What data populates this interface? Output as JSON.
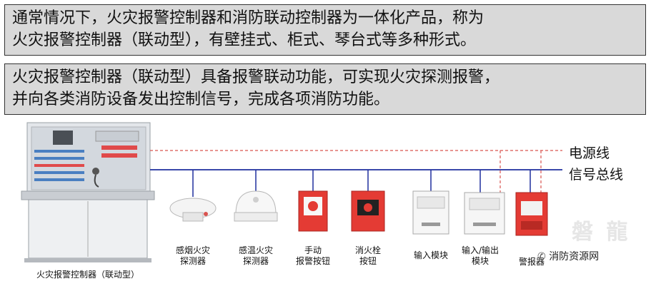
{
  "text_blocks": [
    {
      "lines": [
        "通常情况下，火灾报警控制器和消防联动控制器为一体化产品，称为",
        "火灾报警控制器（联动型），有壁挂式、柜式、琴台式等多种形式。"
      ]
    },
    {
      "lines": [
        "火灾报警控制器（联动型）具备报警联动功能，可实现火灾探测报警，",
        "并向各类消防设备发出控制信号，完成各项消防功能。"
      ]
    }
  ],
  "lines": {
    "power": {
      "label": "电源线",
      "color": "#d9534f"
    },
    "signal": {
      "label": "信号总线",
      "color": "#1f2f9e"
    }
  },
  "controller": {
    "label": "火灾报警控制器（联动型）"
  },
  "devices": [
    {
      "id": "smoke",
      "label": [
        "感烟火灾",
        "探测器"
      ]
    },
    {
      "id": "heat",
      "label": [
        "感温火灾",
        "探测器"
      ]
    },
    {
      "id": "manual",
      "label": [
        "手动",
        "报警按钮"
      ]
    },
    {
      "id": "hydrant",
      "label": [
        "消火栓",
        "按钮"
      ]
    },
    {
      "id": "input",
      "label": [
        "输入模块"
      ]
    },
    {
      "id": "io",
      "label": [
        "输入/输出",
        "模块"
      ]
    },
    {
      "id": "alarm",
      "label": [
        "警报器"
      ]
    }
  ],
  "watermark": {
    "text": "消防资源网",
    "bg_text": "磐 龍"
  }
}
